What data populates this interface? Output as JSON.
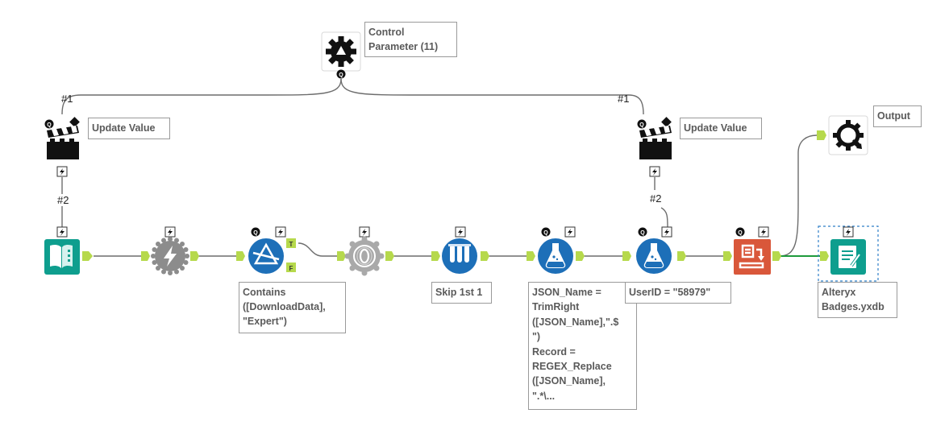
{
  "control": {
    "label": "Control\nParameter (11)"
  },
  "actions": [
    {
      "label": "Update Value"
    },
    {
      "label": "Update Value"
    }
  ],
  "connection_labels": {
    "left_top": "#1",
    "left_bottom": "#2",
    "right_top": "#1",
    "right_bottom": "#2"
  },
  "output": {
    "label": "Output"
  },
  "filter": {
    "annotation": "Contains\n([DownloadData],\n\"Expert\")",
    "true_anchor": "T",
    "false_anchor": "F"
  },
  "sample": {
    "annotation": "Skip 1st 1"
  },
  "formula1": {
    "annotation": "JSON_Name =\nTrimRight\n([JSON_Name],\".$\n\")\nRecord =\nREGEX_Replace\n([JSON_Name],\n\".*\\..."
  },
  "formula2": {
    "annotation": "UserID = \"58979\""
  },
  "browse": {
    "annotation": "Alteryx\nBadges.yxdb"
  },
  "colors": {
    "input_teal": "#0e9e8e",
    "dev_gray": "#8c8c8c",
    "prep_blue": "#1d6fb8",
    "join_orange": "#d9573a",
    "browse_teal": "#0e9e8e",
    "anchor_green": "#b6d94c",
    "connection_green": "#1e9a3c",
    "line_gray": "#6d6d6d"
  },
  "icons": {
    "control": "gear-icon",
    "action": "clapperboard-icon",
    "output": "refresh-gear-icon",
    "input": "book-icon",
    "download": "lightning-icon",
    "filter": "triangle-filter-icon",
    "json": "json-parse-icon",
    "sample": "test-tubes-icon",
    "formula": "flask-icon",
    "union": "union-icon",
    "browse": "browse-icon"
  }
}
